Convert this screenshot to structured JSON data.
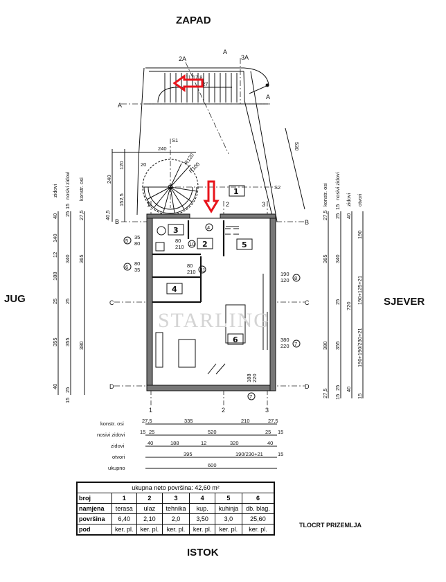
{
  "compass": {
    "top": "ZAPAD",
    "left": "JUG",
    "right": "SJEVER",
    "bottom": "ISTOK"
  },
  "drawing_title": "TLOCRT PRIZEMLJA",
  "watermark": "STARLING",
  "rooms": [
    "1",
    "2",
    "3",
    "4",
    "5",
    "6"
  ],
  "axes": {
    "rows": [
      "A",
      "B",
      "C",
      "D"
    ],
    "cols": [
      "1",
      "2",
      "3",
      "2A",
      "3A"
    ],
    "spiral": [
      "S1",
      "S2"
    ]
  },
  "stair": {
    "steps": "11 17,8",
    "tread": "27",
    "width": "240",
    "radius1": "R120",
    "radius2": "R100",
    "count": "20",
    "dim_120": "120",
    "dim_240": "240",
    "dim_152": "152,5",
    "dim_40": "40,5",
    "diag": "530"
  },
  "openings": [
    {
      "id": "4",
      "a": "",
      "b": ""
    },
    {
      "id": "5",
      "a": "35",
      "b": "80"
    },
    {
      "id": "6",
      "a": "80",
      "b": "35"
    },
    {
      "id": "10",
      "a": "80",
      "b": "210"
    },
    {
      "id": "11",
      "a": "80",
      "b": "210"
    },
    {
      "id": "8",
      "a": "190",
      "b": "120"
    },
    {
      "id": "7",
      "a": "380",
      "b": "220"
    },
    {
      "id": "7",
      "a": "188",
      "b": "220"
    }
  ],
  "dims_bottom": {
    "rows": [
      {
        "label": "konstr. osi",
        "values": [
          "27,5",
          "335",
          "210",
          "27,5"
        ]
      },
      {
        "label": "nosivi zidovi",
        "values": [
          "15",
          "25",
          "520",
          "25",
          "15"
        ]
      },
      {
        "label": "zidovi",
        "values": [
          "40",
          "188",
          "12",
          "320",
          "40"
        ]
      },
      {
        "label": "otvori",
        "values": [
          "395",
          "190/230+21",
          "15"
        ]
      },
      {
        "label": "ukupno",
        "values": [
          "600"
        ]
      }
    ]
  },
  "dims_left": {
    "zidovi": [
      "40",
      "140",
      "12",
      "188",
      "25",
      "355",
      "40"
    ],
    "nosivi_zidovi": [
      "25",
      "15",
      "340",
      "25",
      "355",
      "15",
      "25"
    ],
    "konstr_osi": [
      "27,5",
      "365",
      "380"
    ],
    "labels": [
      "zidovi",
      "nosivi zidovi",
      "konstr. osi"
    ]
  },
  "dims_right": {
    "konstr_osi": [
      "27,5",
      "365",
      "380",
      "27,5"
    ],
    "nosivi_zidovi": [
      "15",
      "25",
      "340",
      "25",
      "355",
      "15",
      "25"
    ],
    "zidovi": [
      "40",
      "720",
      "40"
    ],
    "otvori": [
      "190",
      "190+125+21",
      "190+190/230+21",
      "15"
    ],
    "labels": [
      "konstr. osi",
      "nosivi zidovi",
      "zidovi",
      "otvori"
    ]
  },
  "area_table": {
    "title": "ukupna neto površina: 42,60 m²",
    "row_labels": [
      "broj",
      "namjena",
      "površina",
      "pod"
    ],
    "columns": [
      {
        "broj": "1",
        "namjena": "terasa",
        "povrsina": "6,40",
        "pod": "ker. pl."
      },
      {
        "broj": "2",
        "namjena": "ulaz",
        "povrsina": "2,10",
        "pod": "ker. pl."
      },
      {
        "broj": "3",
        "namjena": "tehnika",
        "povrsina": "2,0",
        "pod": "ker. pl."
      },
      {
        "broj": "4",
        "namjena": "kup.",
        "povrsina": "3,50",
        "pod": "ker. pl."
      },
      {
        "broj": "5",
        "namjena": "kuhinja",
        "povrsina": "3,0",
        "pod": "ker. pl."
      },
      {
        "broj": "6",
        "namjena": "db. blag.",
        "povrsina": "25,60",
        "pod": "ker. pl."
      }
    ]
  },
  "colors": {
    "markup_arrow": "#e8141b",
    "wall": "#777777",
    "line": "#111111"
  }
}
